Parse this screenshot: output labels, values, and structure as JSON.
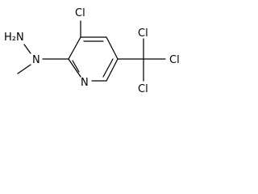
{
  "molecule": {
    "atoms": {
      "hydrazine_nh2": "H₂N",
      "n_amine": "N",
      "cl_ring": "Cl",
      "n_pyridine": "N",
      "cl_top": "Cl",
      "cl_right": "Cl",
      "cl_bottom": "Cl"
    }
  }
}
